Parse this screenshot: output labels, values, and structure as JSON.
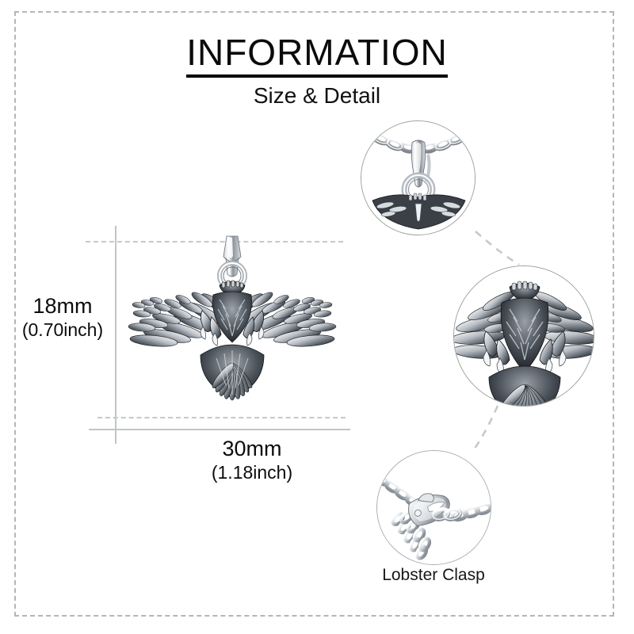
{
  "heading": {
    "title": "INFORMATION",
    "subtitle": "Size & Detail"
  },
  "dimensions": {
    "height": {
      "mm": "18mm",
      "inch": "(0.70inch)"
    },
    "width": {
      "mm": "30mm",
      "inch": "(1.18inch)"
    }
  },
  "callouts": {
    "bail": {
      "name": "bail-and-chain-detail"
    },
    "body": {
      "name": "eagle-body-detail"
    },
    "clasp": {
      "name": "lobster-clasp-detail",
      "caption": "Lobster Clasp"
    }
  },
  "product": {
    "subject": "eagle-pendant"
  },
  "colors": {
    "frame": "#b3b5ba",
    "guide": "#c2c4c7",
    "rule": "#000000",
    "text": "#111111",
    "metal_light": "#f2f3f5",
    "metal_mid": "#9aa0a8",
    "metal_dark": "#2d3136"
  }
}
